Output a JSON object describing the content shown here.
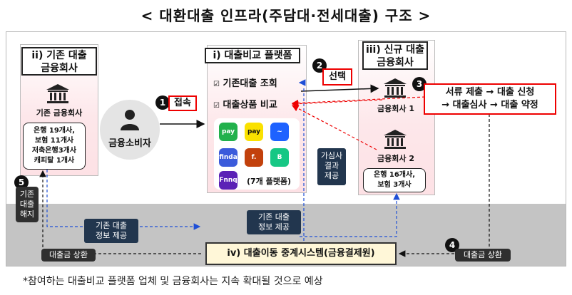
{
  "title": "< 대환대출 인프라(주담대·전세대출) 구조 >",
  "left_panel": {
    "header": [
      "ii) 기존 대출",
      "금융회사"
    ],
    "bank_label": "기존 금융회사",
    "box_lines": [
      "은행 19개사,",
      "보험 11개사",
      "저축은행3개사",
      "캐피탈 1개사"
    ]
  },
  "consumer_label": "금융소비자",
  "platform": {
    "header": "i) 대출비교 플랫폼",
    "item1": "기존대출 조회",
    "item2": "대출상품 비교",
    "apps": [
      {
        "text": "pay",
        "color": "#22b14c"
      },
      {
        "text": "pay",
        "color": "#fae100"
      },
      {
        "text": "~",
        "color": "#1e62ff"
      },
      {
        "text": "finda",
        "color": "#3b5bdb"
      },
      {
        "text": "f.",
        "color": "#c2410c"
      },
      {
        "text": "B",
        "color": "#16c784"
      },
      {
        "text": "Fnnq",
        "color": "#5b21b6"
      }
    ],
    "apps_caption": "(7개 플랫폼)"
  },
  "right_panel": {
    "header": [
      "iii) 신규 대출",
      "금융회사"
    ],
    "bank1": "금융회사 1",
    "bank2": "금융회사 2",
    "box_lines": [
      "은행 16개사,",
      "보험 3개사"
    ]
  },
  "steps": {
    "s1": {
      "num": "1",
      "label": "접속"
    },
    "s2": {
      "num": "2",
      "label": "선택"
    },
    "s3": {
      "num": "3",
      "lines": [
        "서류 제출 → 대출 신청",
        "→ 대출심사 → 대출 약정"
      ]
    },
    "s4": {
      "num": "4",
      "label": "대출금 상환"
    },
    "s5": {
      "num": "5",
      "lines": [
        "기존",
        "대출",
        "해지"
      ]
    }
  },
  "labels": {
    "review": [
      "가심사",
      "결과",
      "제공"
    ],
    "info_left": [
      "기존 대출",
      "정보 제공"
    ],
    "info_right": [
      "기존 대출",
      "정보 제공"
    ],
    "repay_left": "대출금 상환"
  },
  "system_label": "iv) 대출이동 중계시스템(금융결제원)",
  "footnote": "*참여하는 대출비교 플랫폼 업체 및 금융회사는 지속 확대될 것으로 예상"
}
